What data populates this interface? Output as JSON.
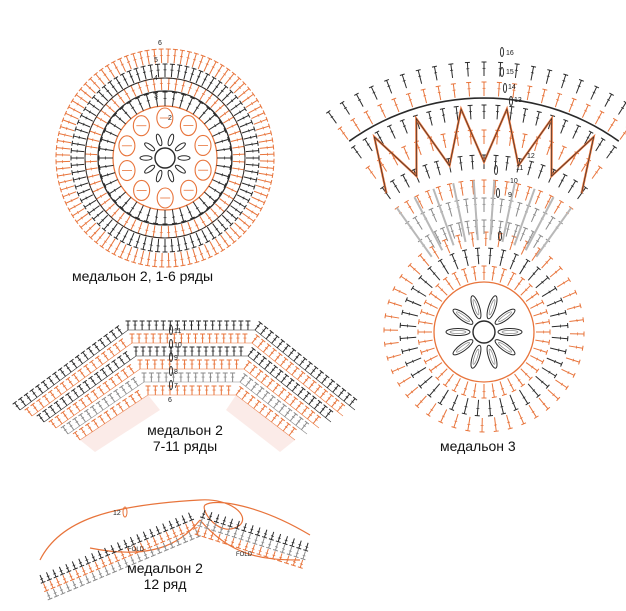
{
  "colors": {
    "orange": "#e8743b",
    "dark": "#2a2a2a",
    "grey": "#8a8a8a",
    "lightgrey": "#b8b8b8"
  },
  "captions": {
    "m2_1_6": "медальон 2, 1-6 ряды",
    "m2_7_11_line1": "медальон 2",
    "m2_7_11_line2": "7-11 ряды",
    "m3": "медальон 3",
    "m2_12_line1": "медальон 2",
    "m2_12_line2": "12 ряд"
  },
  "round_rows": [
    "2",
    "3",
    "4",
    "5",
    "6"
  ],
  "band_rows": [
    "11",
    "10",
    "9",
    "8",
    "7",
    "6"
  ],
  "m3_rows": [
    "16",
    "15",
    "14",
    "13",
    "12",
    "11",
    "10",
    "9"
  ],
  "row12_label": "12",
  "fold_label": "FOLD"
}
